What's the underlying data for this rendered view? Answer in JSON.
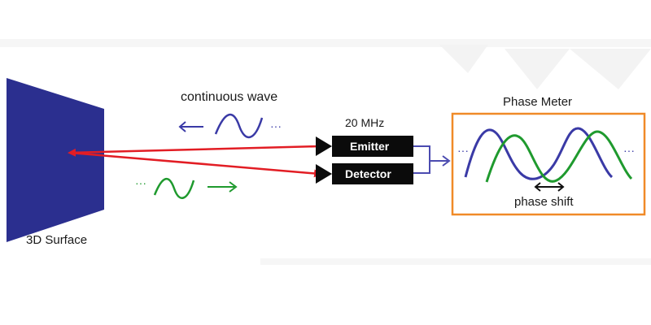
{
  "labels": {
    "continuous_wave": "continuous wave",
    "frequency": "20 MHz",
    "emitter": "Emitter",
    "detector": "Detector",
    "phase_meter": "Phase Meter",
    "phase_shift": "phase shift",
    "surface": "3D Surface",
    "ellipsis": "···"
  },
  "colors": {
    "surface_fill": "#2b2f8f",
    "emitted_wave": "#3a3aa6",
    "reflected_wave": "#1f9a2e",
    "beam": "#e21d24",
    "device_body": "#0b0b0b",
    "connector": "#4b4bb0",
    "meter_border": "#f08a28"
  }
}
